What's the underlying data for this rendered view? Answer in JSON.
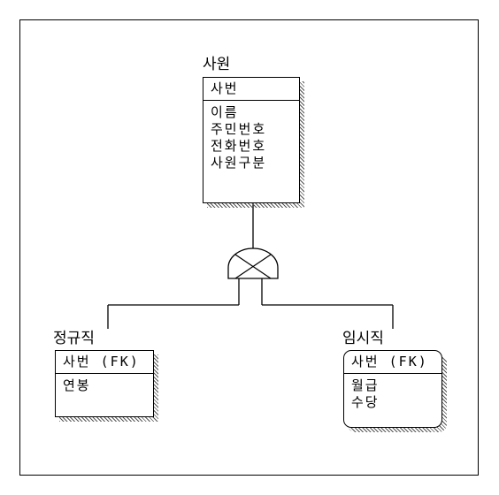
{
  "diagram": {
    "supertype": {
      "title": "사원",
      "key": "사번",
      "attributes": [
        "이름",
        "주민번호",
        "전화번호",
        "사원구분"
      ]
    },
    "subtype_left": {
      "title": "정규직",
      "key": "사번 (FK)",
      "attributes": [
        "연봉"
      ]
    },
    "subtype_right": {
      "title": "임시직",
      "key": "사번 (FK)",
      "attributes": [
        "월급",
        "수당"
      ]
    }
  }
}
